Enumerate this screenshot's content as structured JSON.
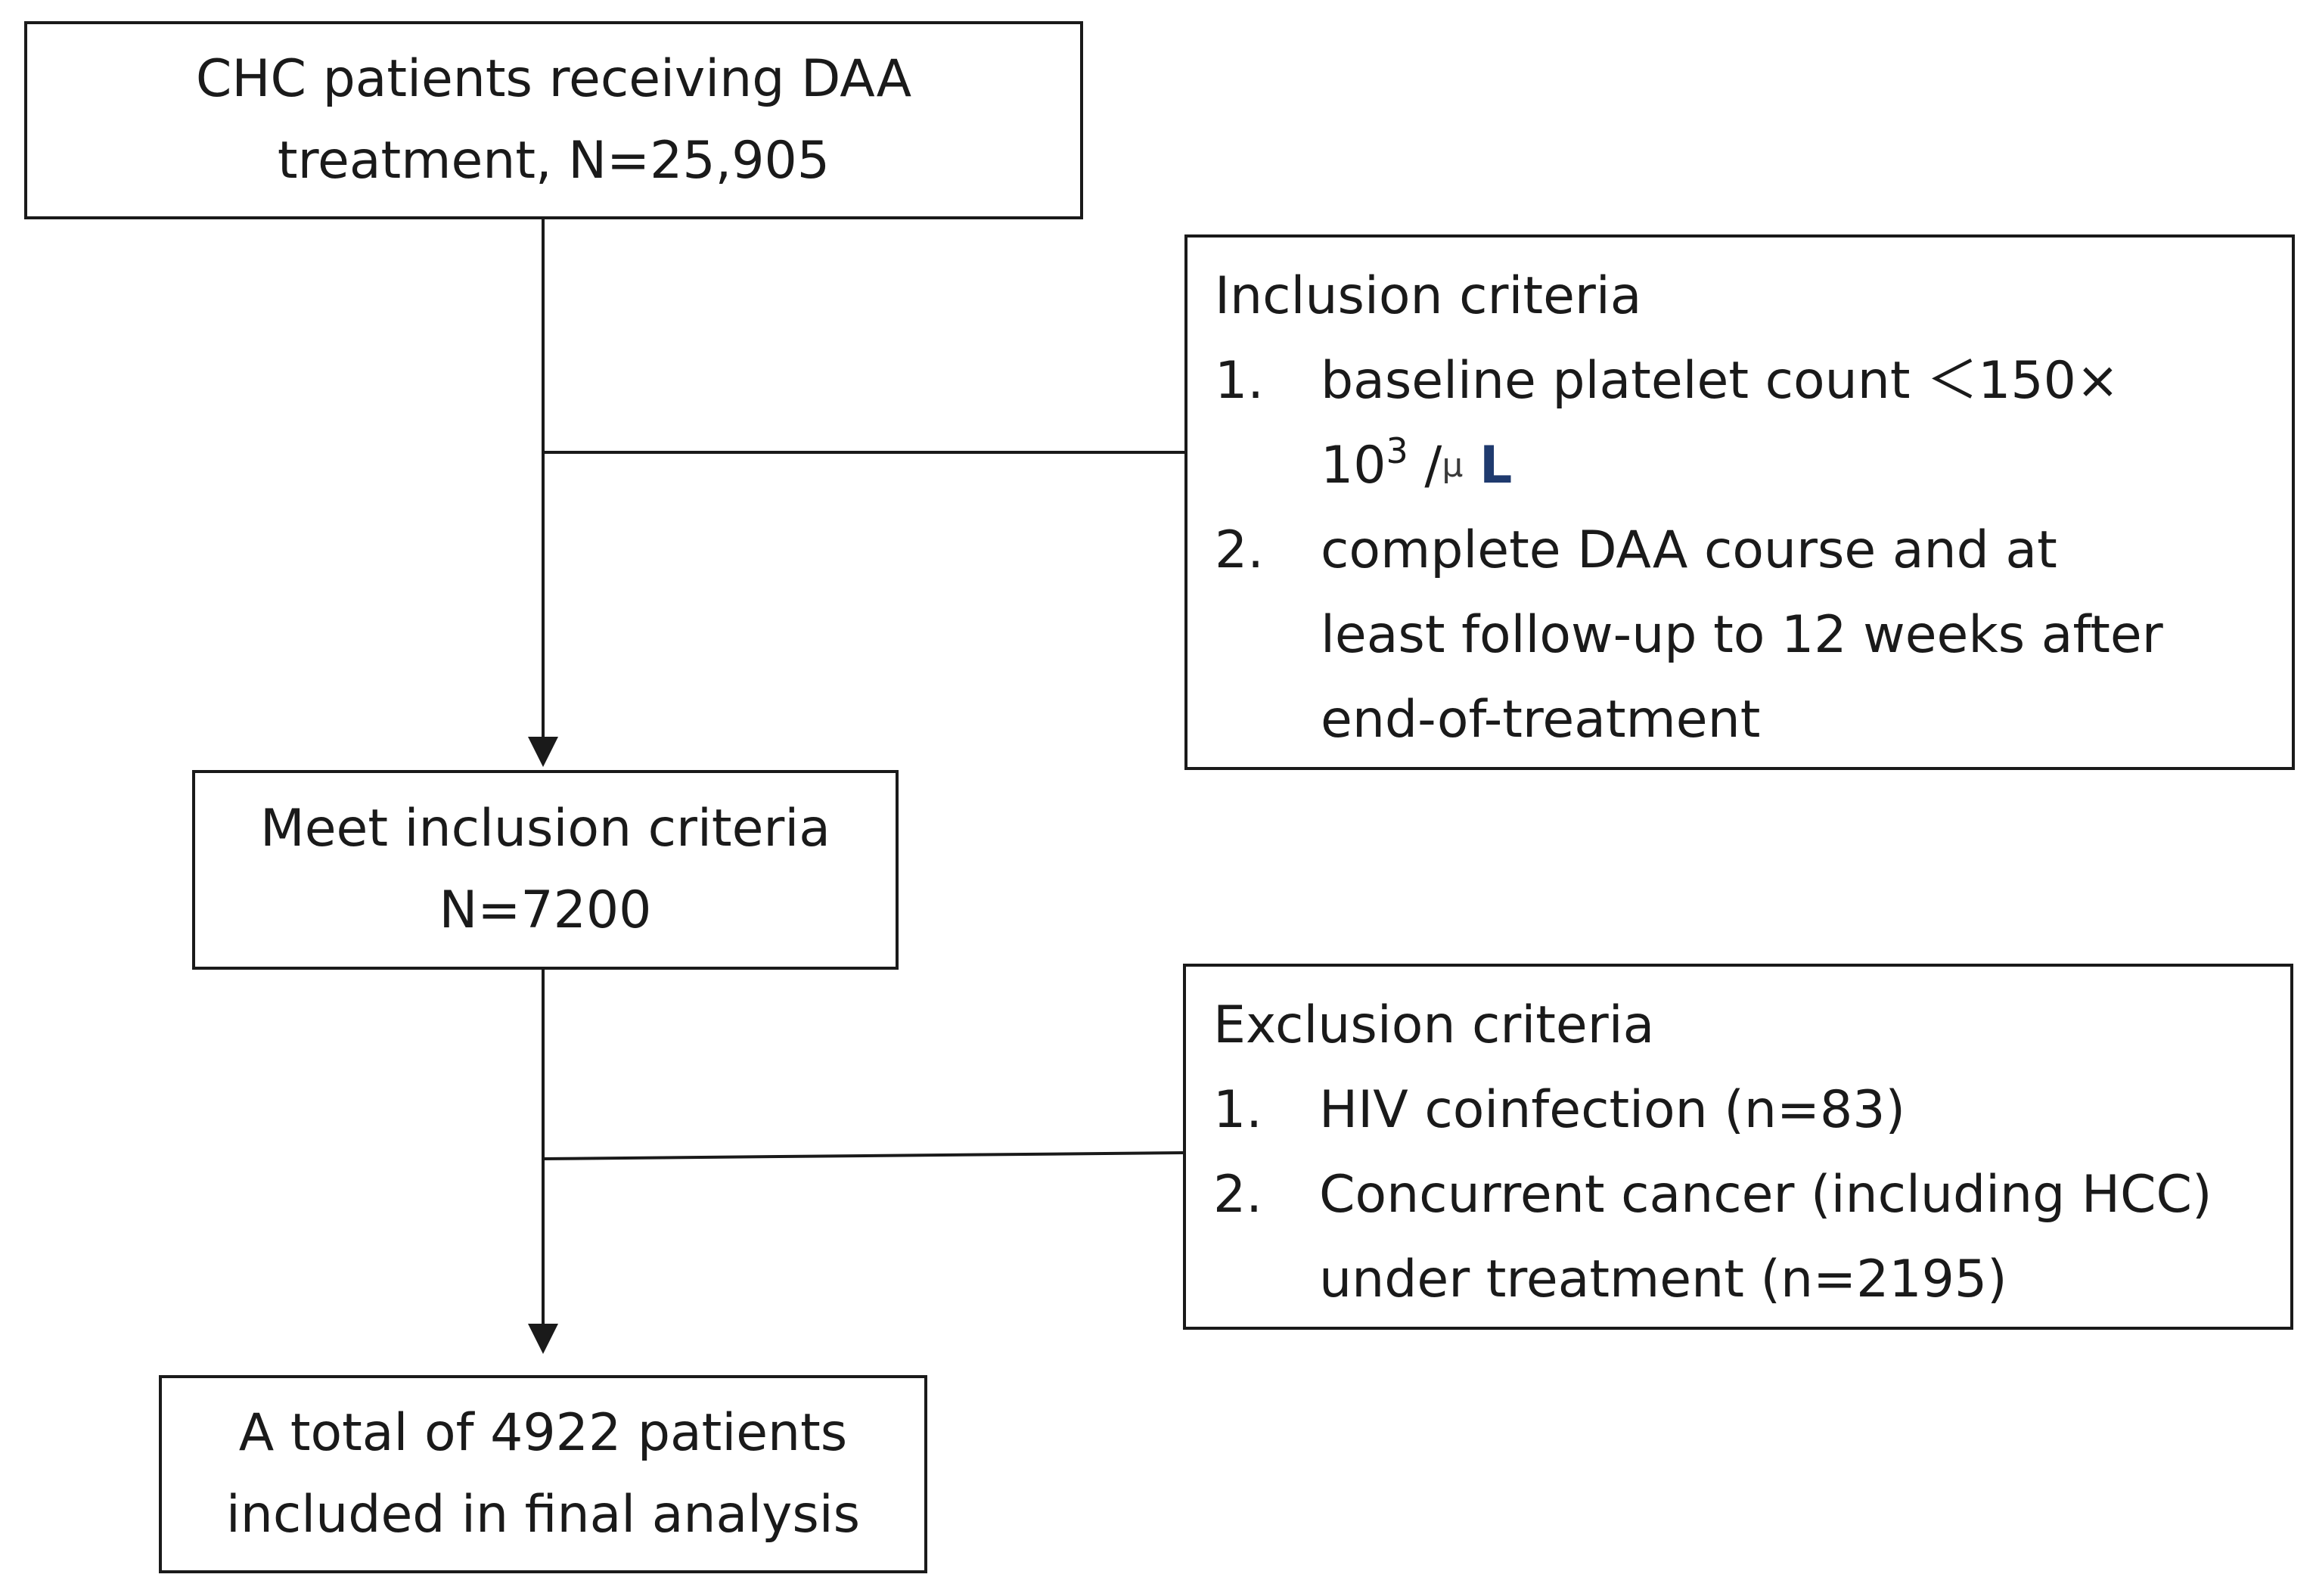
{
  "boxes": {
    "start": {
      "line1": "CHC patients receiving DAA",
      "line2": "treatment, N=25,905"
    },
    "inclusion": {
      "title": "Inclusion criteria",
      "item1": {
        "num": "1.",
        "text_pre": "baseline platelet count ＜150×",
        "base": "10",
        "exp": "3",
        "slash": " /",
        "mu": "μ",
        "unit": "L"
      },
      "item2": {
        "num": "2.",
        "line1": "complete DAA course and at",
        "line2": "least follow-up to 12 weeks after",
        "line3": "end-of-treatment"
      }
    },
    "meet": {
      "line1": "Meet inclusion criteria",
      "line2": "N=7200"
    },
    "exclusion": {
      "title": "Exclusion criteria",
      "item1": {
        "num": "1.",
        "text": "HIV coinfection (n=83)"
      },
      "item2": {
        "num": "2.",
        "line1": "Concurrent cancer (including HCC)",
        "line2": "under treatment (n=2195)"
      }
    },
    "final": {
      "line1": "A total of 4922  patients",
      "line2": "included in final analysis"
    }
  }
}
